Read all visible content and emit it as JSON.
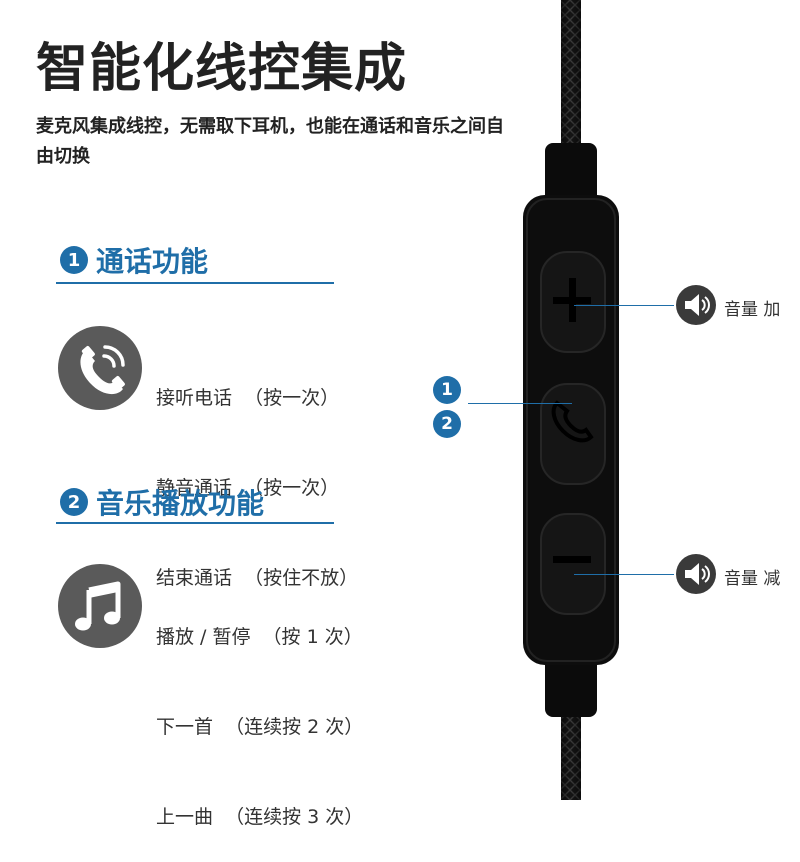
{
  "title": "智能化线控集成",
  "subtitle": "麦克风集成线控，无需取下耳机，也能在通话和音乐之间自由切换",
  "call_section": {
    "number": "1",
    "heading": "通话功能",
    "items": [
      "接听电话  （按一次）",
      "静音通话  （按一次）",
      "结束通话  （按住不放）"
    ],
    "icon": "phone-icon"
  },
  "music_section": {
    "number": "2",
    "heading": "音乐播放功能",
    "items": [
      "播放 / 暂停  （按 1 次）",
      "下一首  （连续按 2 次）",
      "上一曲  （连续按 3 次）"
    ],
    "icon": "music-note-icon"
  },
  "remote": {
    "volume_up_label": "音量 加",
    "volume_down_label": "音量 减",
    "callout_1": "1",
    "callout_2": "2"
  },
  "colors": {
    "accent": "#1f6ea8",
    "icon_bg": "#5a5a5a",
    "remote_body": "#0d0d0d"
  }
}
